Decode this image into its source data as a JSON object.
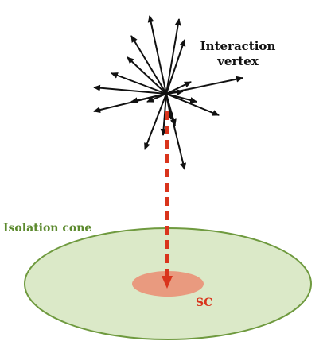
{
  "labels": {
    "vertex_line1": "Interaction",
    "vertex_line2": "vertex",
    "cone": "Isolation cone",
    "sc": "SC"
  },
  "colors": {
    "cone_fill": "#dbe9c8",
    "cone_stroke": "#6f9a3f",
    "cone_label": "#5c8a2e",
    "sc_fill": "#e99a7f",
    "sc_label": "#d9341c",
    "arrow_dashed": "#d9341c",
    "tracks": "#111111"
  },
  "icons": {
    "vertex": "interaction-vertex-icon",
    "dashed_arrow": "dashed-arrow-icon"
  }
}
